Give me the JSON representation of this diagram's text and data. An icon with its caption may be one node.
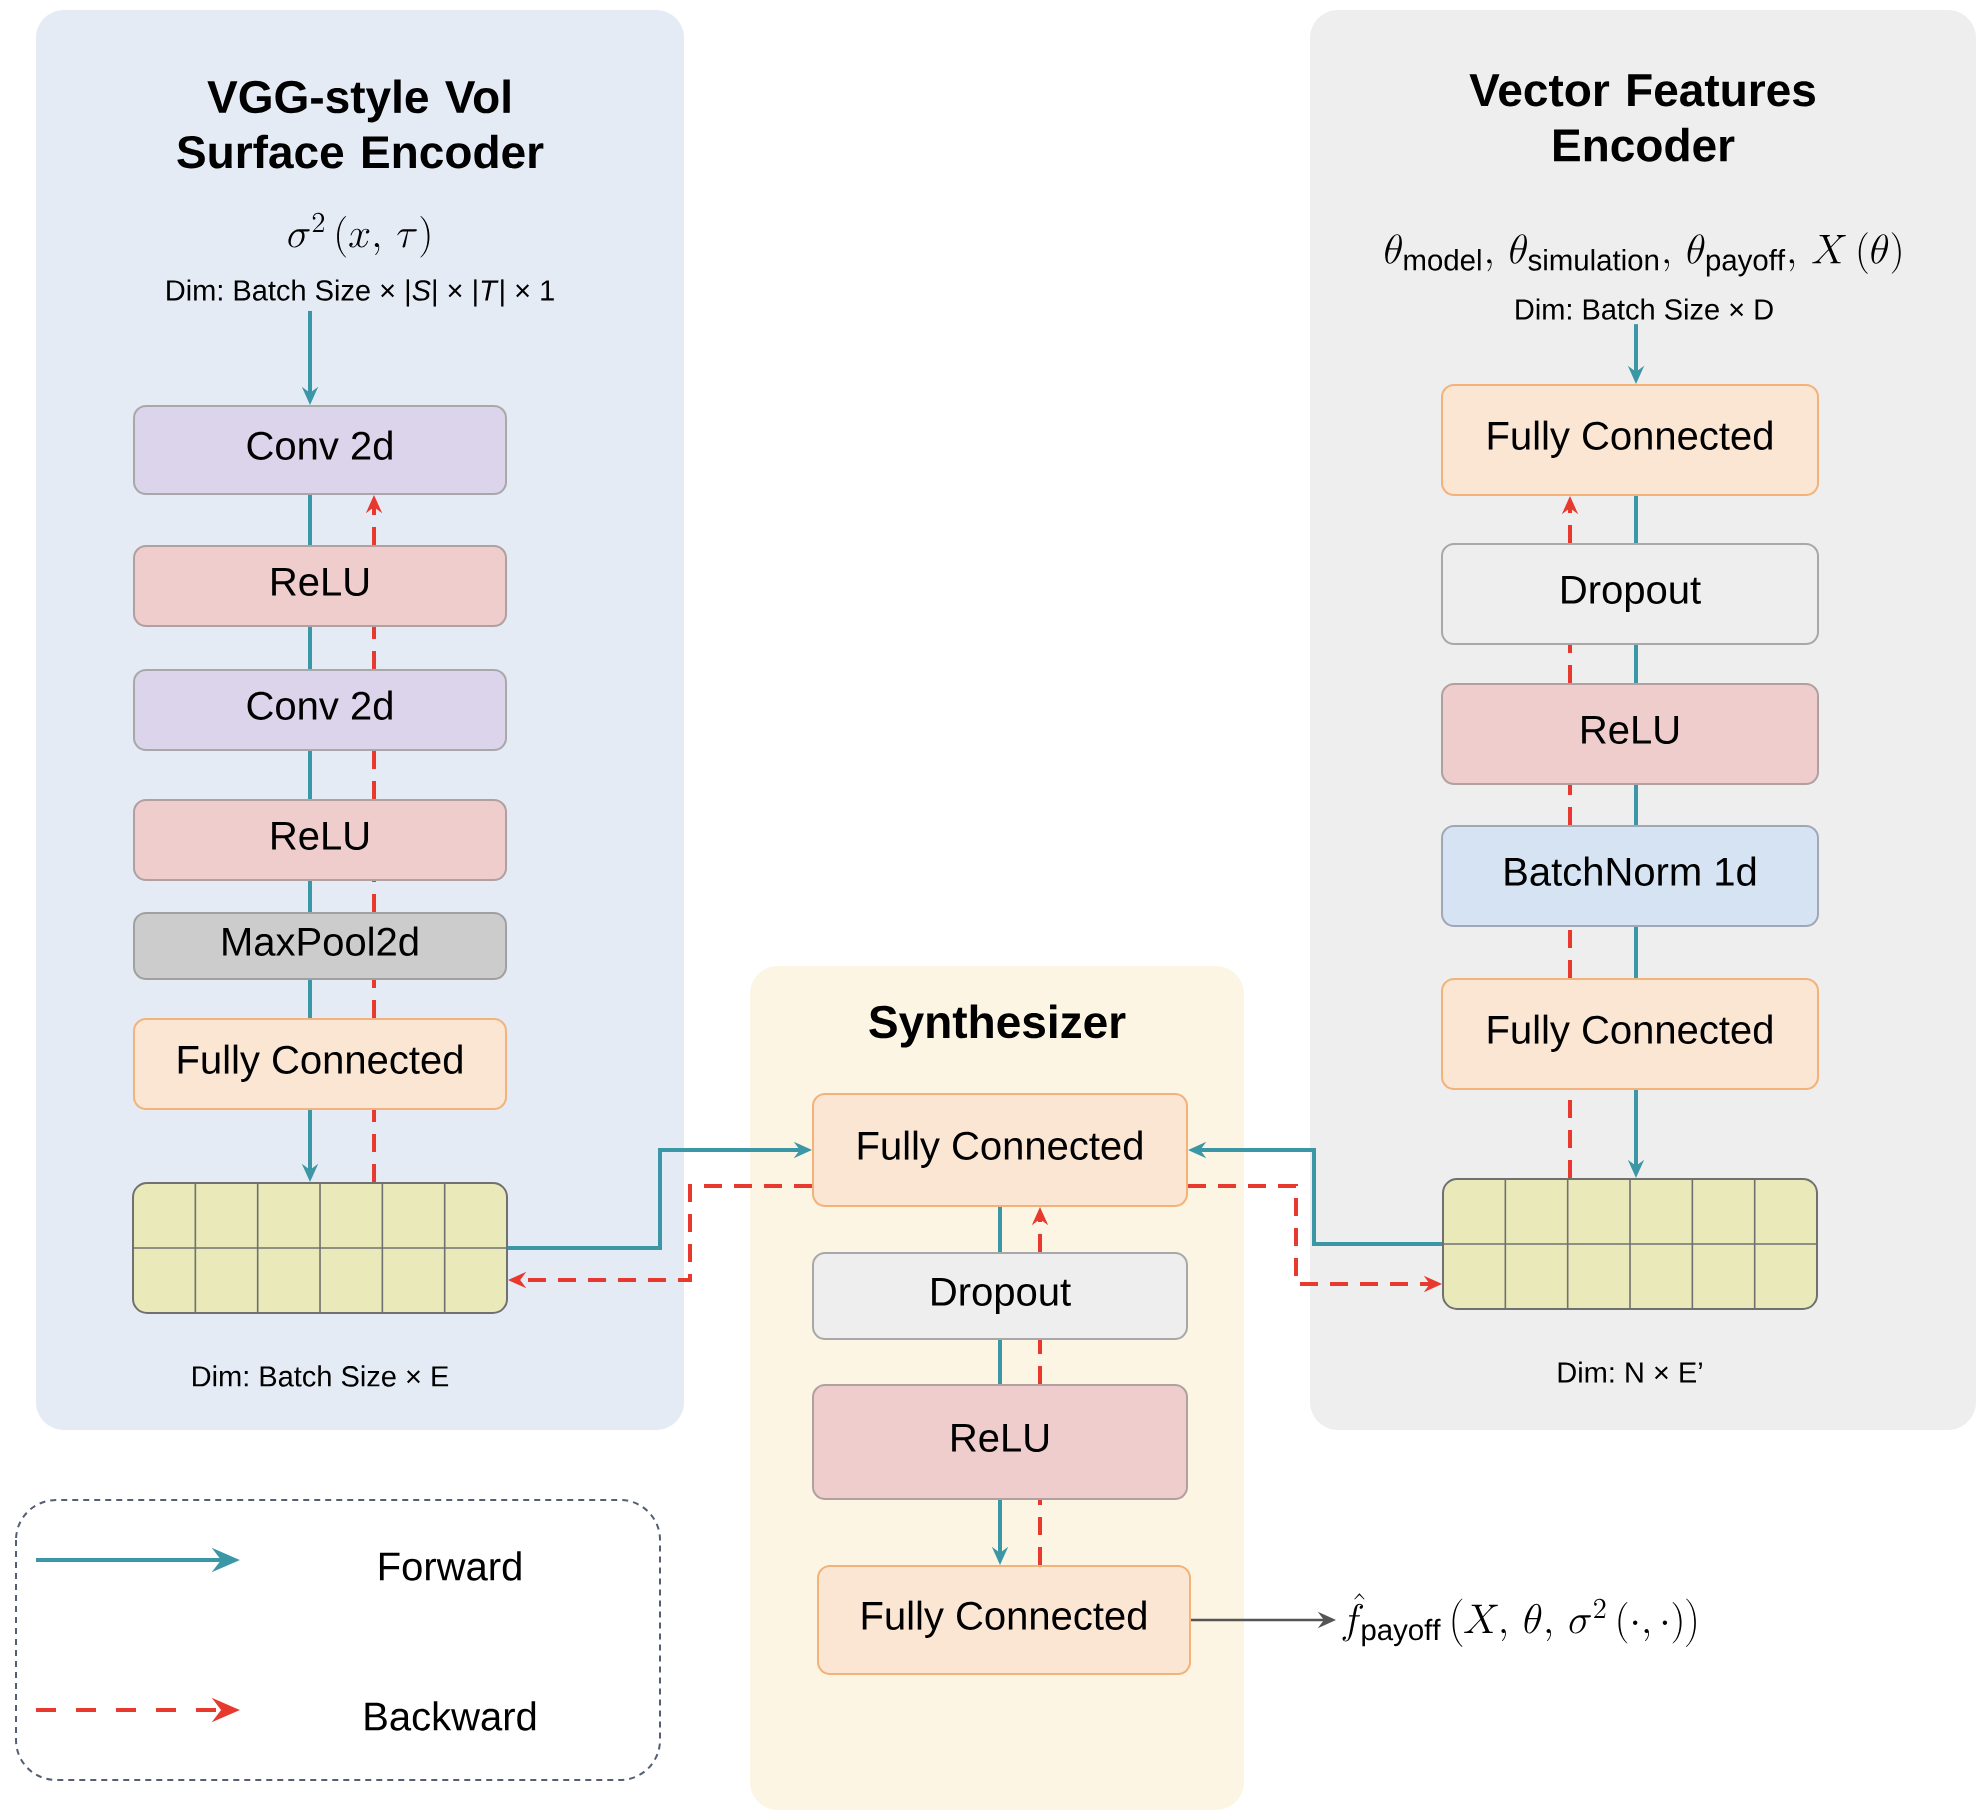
{
  "diagram": {
    "nodes": [
      {
        "text": [
          "VGG-style Vol Surface Encoder"
        ]
      },
      {
        "text": [
          "\\sigma^{2}\\left(x,\\,\\tau\\right)",
          "Dim: Batch Size × |*S*| × |*T*| × 1"
        ],
        "in": 0
      },
      {
        "text": [
          "Conv 2d"
        ],
        "in": 0
      },
      {
        "text": [
          "ReLU"
        ],
        "in": 0
      },
      {
        "text": [
          "Conv 2d"
        ],
        "in": 0
      },
      {
        "text": [
          "ReLU"
        ],
        "in": 0
      },
      {
        "text": [
          "MaxPool2d"
        ],
        "in": 0
      },
      {
        "text": [
          "Fully Connected"
        ],
        "in": 0
      },
      {
        "text": [],
        "shape": "box",
        "beside": [
          "Dim: Batch Size × E"
        ],
        "in": 0
      },
      {
        "text": [
          "Vector Features Encoder"
        ]
      },
      {
        "text": [
          "\\theta_{\\mathrm{model}},\\,\\theta_{\\mathrm{simulation}},\\,\\theta_{\\mathrm{payoff}},\\,X\\left(\\theta\\right)",
          "Dim: Batch Size × D"
        ],
        "in": 9
      },
      {
        "text": [
          "Fully Connected"
        ],
        "in": 9
      },
      {
        "text": [
          "Dropout"
        ],
        "in": 9
      },
      {
        "text": [
          "ReLU"
        ],
        "in": 9
      },
      {
        "text": [
          "BatchNorm 1d"
        ],
        "in": 9
      },
      {
        "text": [
          "Fully Connected"
        ],
        "in": 9
      },
      {
        "text": [],
        "shape": "box",
        "beside": [
          "Dim: N × E’"
        ],
        "in": 9
      },
      {
        "text": [
          "Synthesizer"
        ]
      },
      {
        "text": [
          "Fully Connected"
        ],
        "in": 17
      },
      {
        "text": [
          "Dropout"
        ],
        "in": 17
      },
      {
        "text": [
          "ReLU"
        ],
        "in": 17
      },
      {
        "text": [
          "Fully Connected"
        ],
        "in": 17
      },
      {
        "text": [
          "\\hat{f}_{\\mathrm{payoff}}\\left(X,\\,\\theta,\\,\\sigma^{2}\\left(\\cdot,\\cdot\\right)\\right)"
        ]
      }
    ],
    "edges": [
      {
        "from": 1,
        "to": 2,
        "arrow": "to"
      },
      {
        "from": 2,
        "to": 3,
        "arrow": "none"
      },
      {
        "from": 3,
        "to": 4,
        "arrow": "none"
      },
      {
        "from": 4,
        "to": 5,
        "arrow": "none"
      },
      {
        "from": 5,
        "to": 6,
        "arrow": "none"
      },
      {
        "from": 6,
        "to": 7,
        "arrow": "none"
      },
      {
        "from": 7,
        "to": 8,
        "arrow": "to"
      },
      {
        "from": 8,
        "to": 7,
        "arrow": "none",
        "style": "dashed",
        "color": "#e8392f"
      },
      {
        "from": 7,
        "to": 6,
        "arrow": "none",
        "style": "dashed",
        "color": "#e8392f"
      },
      {
        "from": 6,
        "to": 5,
        "arrow": "none",
        "style": "dashed",
        "color": "#e8392f"
      },
      {
        "from": 5,
        "to": 4,
        "arrow": "none",
        "style": "dashed",
        "color": "#e8392f"
      },
      {
        "from": 4,
        "to": 3,
        "arrow": "none",
        "style": "dashed",
        "color": "#e8392f"
      },
      {
        "from": 3,
        "to": 2,
        "arrow": "to",
        "style": "dashed",
        "color": "#e8392f"
      },
      {
        "from": 10,
        "to": 11,
        "arrow": "to"
      },
      {
        "from": 11,
        "to": 12,
        "arrow": "none"
      },
      {
        "from": 12,
        "to": 13,
        "arrow": "none"
      },
      {
        "from": 13,
        "to": 14,
        "arrow": "none"
      },
      {
        "from": 14,
        "to": 15,
        "arrow": "none"
      },
      {
        "from": 15,
        "to": 16,
        "arrow": "to"
      },
      {
        "from": 16,
        "to": 15,
        "arrow": "none",
        "style": "dashed",
        "color": "#e8392f"
      },
      {
        "from": 15,
        "to": 14,
        "arrow": "none",
        "style": "dashed",
        "color": "#e8392f"
      },
      {
        "from": 14,
        "to": 13,
        "arrow": "none",
        "style": "dashed",
        "color": "#e8392f"
      },
      {
        "from": 13,
        "to": 12,
        "arrow": "none",
        "style": "dashed",
        "color": "#e8392f"
      },
      {
        "from": 12,
        "to": 11,
        "arrow": "to",
        "style": "dashed",
        "color": "#e8392f"
      },
      {
        "from": 8,
        "to": 18,
        "arrow": "to"
      },
      {
        "from": 16,
        "to": 18,
        "arrow": "to"
      },
      {
        "from": 18,
        "to": 19,
        "arrow": "none"
      },
      {
        "from": 19,
        "to": 20,
        "arrow": "none"
      },
      {
        "from": 20,
        "to": 21,
        "arrow": "to"
      },
      {
        "from": 18,
        "to": 8,
        "arrow": "to",
        "style": "dashed",
        "color": "#e8392f"
      },
      {
        "from": 18,
        "to": 16,
        "arrow": "to",
        "style": "dashed",
        "color": "#e8392f"
      },
      {
        "from": 21,
        "to": 20,
        "arrow": "none",
        "style": "dashed",
        "color": "#e8392f"
      },
      {
        "from": 20,
        "to": 19,
        "arrow": "none",
        "style": "dashed",
        "color": "#e8392f"
      },
      {
        "from": 19,
        "to": 18,
        "arrow": "to",
        "style": "dashed",
        "color": "#e8392f"
      },
      {
        "from": 21,
        "to": 22,
        "arrow": "to",
        "color": "#555555"
      }
    ],
    "legend": [
      {
        "text": "Forward"
      },
      {
        "text": "Backward"
      }
    ]
  }
}
